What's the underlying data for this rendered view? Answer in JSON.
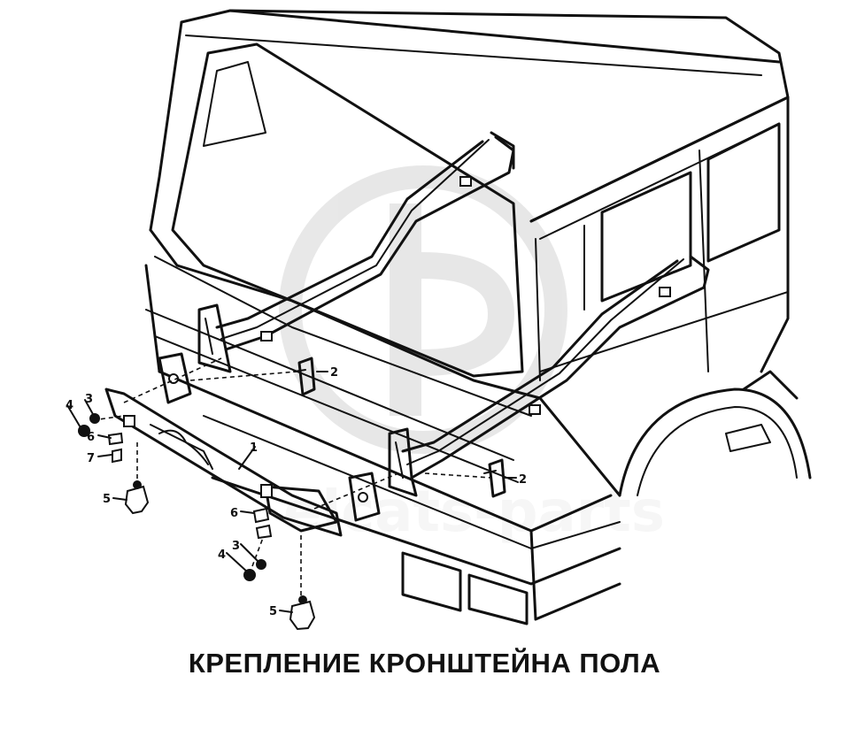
{
  "caption": "КРЕПЛЕНИЕ КРОНШТЕЙНА ПОЛА",
  "watermark": "elcats-parts",
  "callouts": {
    "c1": "1",
    "c2a": "2",
    "c2b": "2",
    "c3a": "3",
    "c3b": "3",
    "c4a": "4",
    "c4b": "4",
    "c5a": "5",
    "c5b": "5",
    "c6a": "6",
    "c6b": "6",
    "c7": "7"
  },
  "colors": {
    "line": "#111111",
    "watermark": "#cfcfcf",
    "background": "#ffffff"
  }
}
